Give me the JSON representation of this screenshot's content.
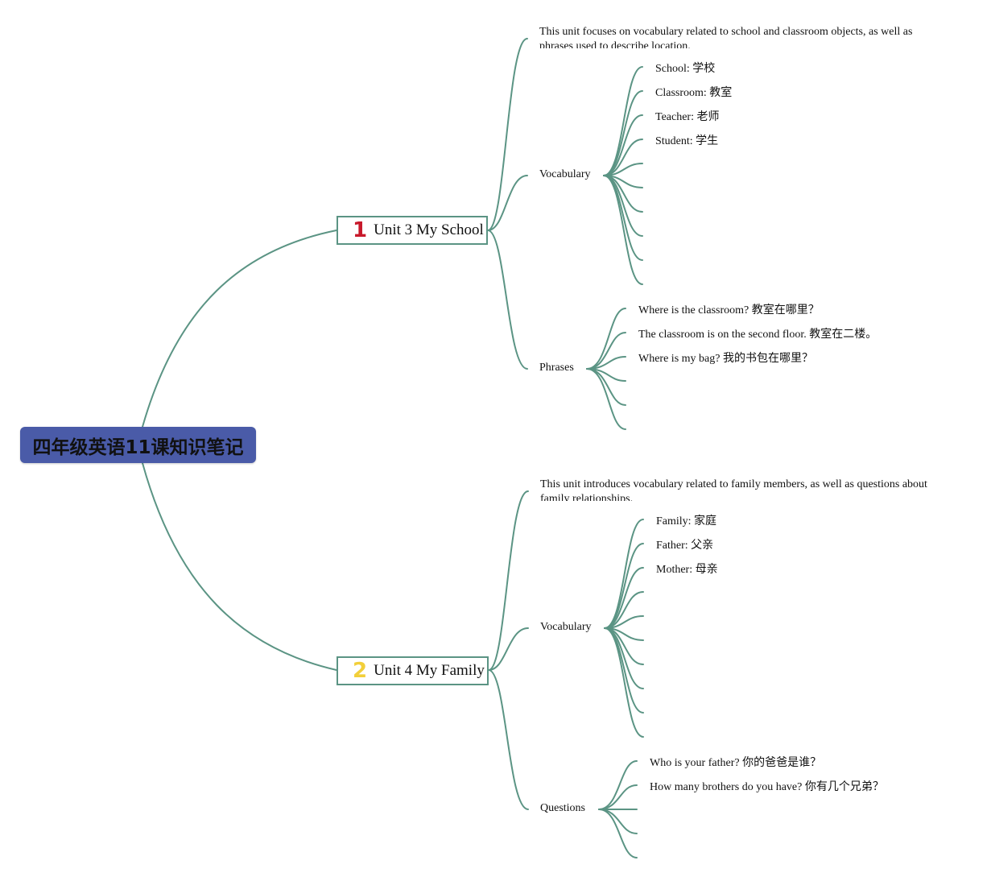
{
  "root": {
    "title": "四年级英语11课知识笔记"
  },
  "colors": {
    "line": "#5b9484",
    "root_bg": "#4a5ba8",
    "unit1_num": "#c8192b",
    "unit2_num": "#f2cf3a"
  },
  "unit3": {
    "number": "1",
    "title": "Unit 3 My School",
    "description": "This unit focuses on vocabulary related to school and classroom objects, as well as phrases used to describe location.",
    "vocabulary_label": "Vocabulary",
    "vocabulary": [
      "School: 学校",
      "Classroom: 教室",
      "Teacher: 老师",
      "Student: 学生"
    ],
    "phrases_label": "Phrases",
    "phrases": [
      "Where is the classroom? 教室在哪里？",
      "The classroom is on the second floor. 教室在二楼。",
      "Where is my bag? 我的书包在哪里？"
    ]
  },
  "unit4": {
    "number": "2",
    "title": "Unit 4 My Family",
    "description": "This unit introduces vocabulary related to family members, as well as questions about family relationships.",
    "vocabulary_label": "Vocabulary",
    "vocabulary": [
      "Family: 家庭",
      "Father: 父亲",
      "Mother: 母亲"
    ],
    "questions_label": "Questions",
    "questions": [
      "Who is your father? 你的爸爸是谁？",
      "How many brothers do you have? 你有几个兄弟？"
    ]
  }
}
